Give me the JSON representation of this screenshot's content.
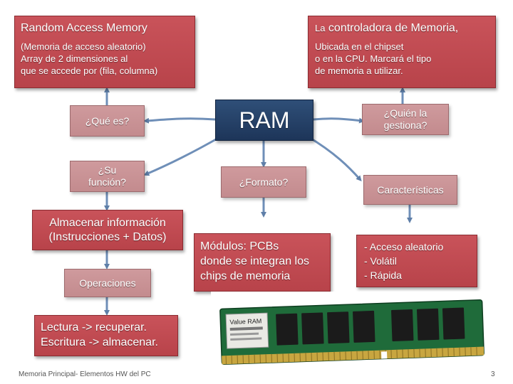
{
  "boxes": {
    "ram_def": {
      "title": "Random Access Memory",
      "lines": [
        "(Memoria de acceso aleatorio)",
        "Array de 2 dimensiones al",
        "que se accede por (fila, columna)"
      ]
    },
    "controller": {
      "title_prefix": "La",
      "title_rest": "controladora de Memoria,",
      "lines": [
        "Ubicada en el chipset",
        "o en la CPU. Marcará el tipo",
        "de memoria a utilizar."
      ]
    },
    "que_es": "¿Qué es?",
    "ram": "RAM",
    "quien": [
      "¿Quién la",
      "gestiona?"
    ],
    "su_funcion": [
      "¿Su",
      "función?"
    ],
    "formato": "¿Formato?",
    "caracteristicas": "Características",
    "almacenar": [
      "Almacenar información",
      "(Instrucciones + Datos)"
    ],
    "modulos": [
      "Módulos: PCBs",
      "donde se integran los",
      "chips de memoria"
    ],
    "props": [
      "- Acceso aleatorio",
      "- Volátil",
      "- Rápida"
    ],
    "operaciones": "Operaciones",
    "lectura": [
      "Lectura -> recuperar.",
      "Escritura -> almacenar."
    ]
  },
  "module_label": "Value RAM",
  "footer": {
    "left": "Memoria Principal- Elementos HW del PC",
    "page": "3"
  },
  "colors": {
    "box_red": "#bd4950",
    "box_pink": "#c9959a",
    "ram_blue": "#23406a",
    "connector": "#6f8fb8"
  }
}
